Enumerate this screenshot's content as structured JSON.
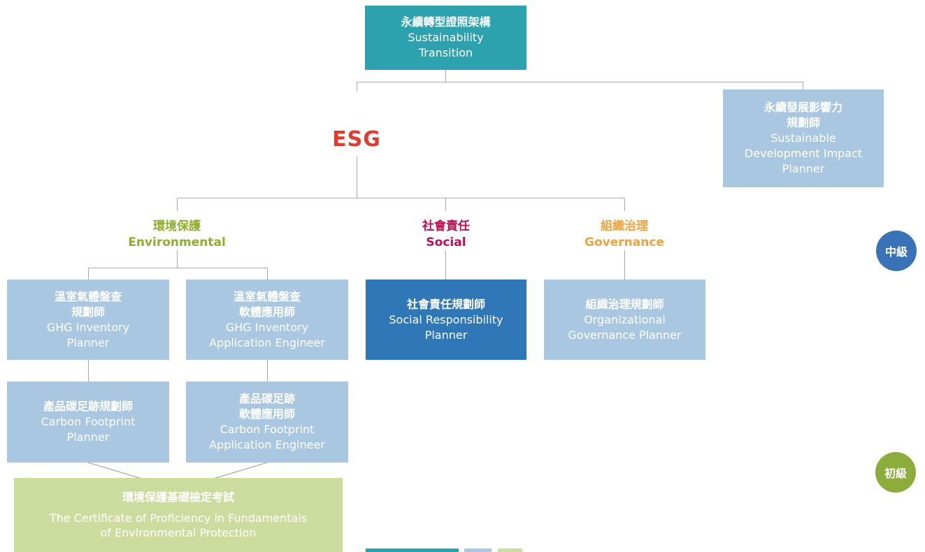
{
  "colors": {
    "teal": "#2BA2AE",
    "light_blue": "#A9C7E1",
    "dark_blue": "#2F77B6",
    "light_green": "#CCDC9F",
    "esg_red": "#E13B30",
    "environmental_green": "#90AE2E",
    "social_crimson": "#C10D53",
    "governance_orange": "#F0A23E",
    "intermediate_badge_blue": "#3A72B8",
    "beginner_badge_green": "#8CAD3C",
    "connector_gray": "#A9A9A9"
  },
  "root_card": {
    "zh": [
      "永續轉型證照架構"
    ],
    "en": [
      "Sustainability",
      "Transition"
    ]
  },
  "esg": {
    "label": "ESG"
  },
  "impact_planner_card": {
    "zh": [
      "永續發展影響力",
      "規劃師"
    ],
    "en": [
      "Sustainable",
      "Development Impact",
      "Planner"
    ]
  },
  "branches": {
    "environmental": {
      "zh": "環境保護",
      "en": "Environmental"
    },
    "social": {
      "zh": "社會責任",
      "en": "Social"
    },
    "governance": {
      "zh": "組織治理",
      "en": "Governance"
    }
  },
  "level_badges": {
    "intermediate": "中級",
    "beginner": "初級"
  },
  "cards": {
    "ghg_inventory_planner": {
      "zh": [
        "溫室氣體盤查",
        "規劃師"
      ],
      "en": [
        "GHG Inventory",
        "Planner"
      ]
    },
    "ghg_inventory_application_engineer": {
      "zh": [
        "溫室氣體盤查",
        "軟體應用師"
      ],
      "en": [
        "GHG Inventory",
        "Application Engineer"
      ]
    },
    "social_responsibility_planner": {
      "zh": [
        "社會責任規劃師"
      ],
      "en": [
        "Social Responsibility",
        "Planner"
      ]
    },
    "organizational_governance_planner": {
      "zh": [
        "組織治理規劃師"
      ],
      "en": [
        "Organizational",
        "Governance Planner"
      ]
    },
    "carbon_footprint_planner": {
      "zh": [
        "產品碳足跡規劃師"
      ],
      "en": [
        "Carbon Footprint",
        "Planner"
      ]
    },
    "carbon_footprint_application_engineer": {
      "zh": [
        "產品碳足跡",
        "軟體應用師"
      ],
      "en": [
        "Carbon Footprint",
        "Application Engineer"
      ]
    },
    "environmental_fundamentals_exam": {
      "zh": [
        "環境保護基礎檢定考試"
      ],
      "en": [
        "The Certificate of Proficiency in Fundamentals",
        "of Environmental Protection"
      ]
    }
  }
}
